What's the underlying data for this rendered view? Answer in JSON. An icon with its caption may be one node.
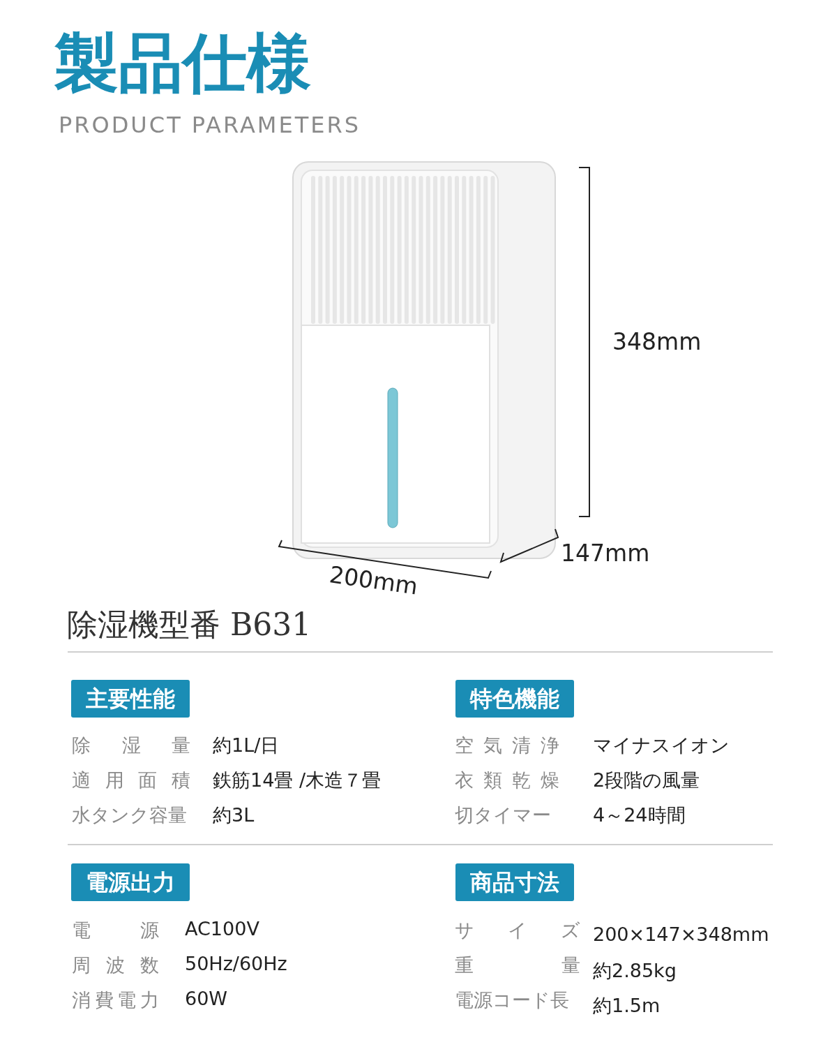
{
  "diagram": {
    "title": "製品仕様",
    "nodes": [
      {
        "text": [
          "主要性能"
        ]
      },
      {
        "text": [
          "特色機能"
        ]
      },
      {
        "text": [
          "電源出力"
        ]
      },
      {
        "text": [
          "商品寸法"
        ]
      }
    ],
    "labels": [
      "PRODUCT PARAMETERS",
      "348mm",
      "147mm",
      "200mm",
      "除湿機型番 B631",
      "除湿量",
      "約1L/日",
      "空気清浄",
      "マイナスイオン",
      "適用面積",
      "鉄筋14畳 /木造７畳",
      "衣類乾燥",
      "2段階の風量",
      "水タンク容量",
      "約3L",
      "切タイマー",
      "4～24時間",
      "電源",
      "AC100V",
      "サイズ",
      "200×147×348mm",
      "周波数",
      "50Hz/60Hz",
      "重量",
      "約2.85kg",
      "消費電力",
      "60W",
      "電源コード長",
      "約1.5m"
    ]
  }
}
